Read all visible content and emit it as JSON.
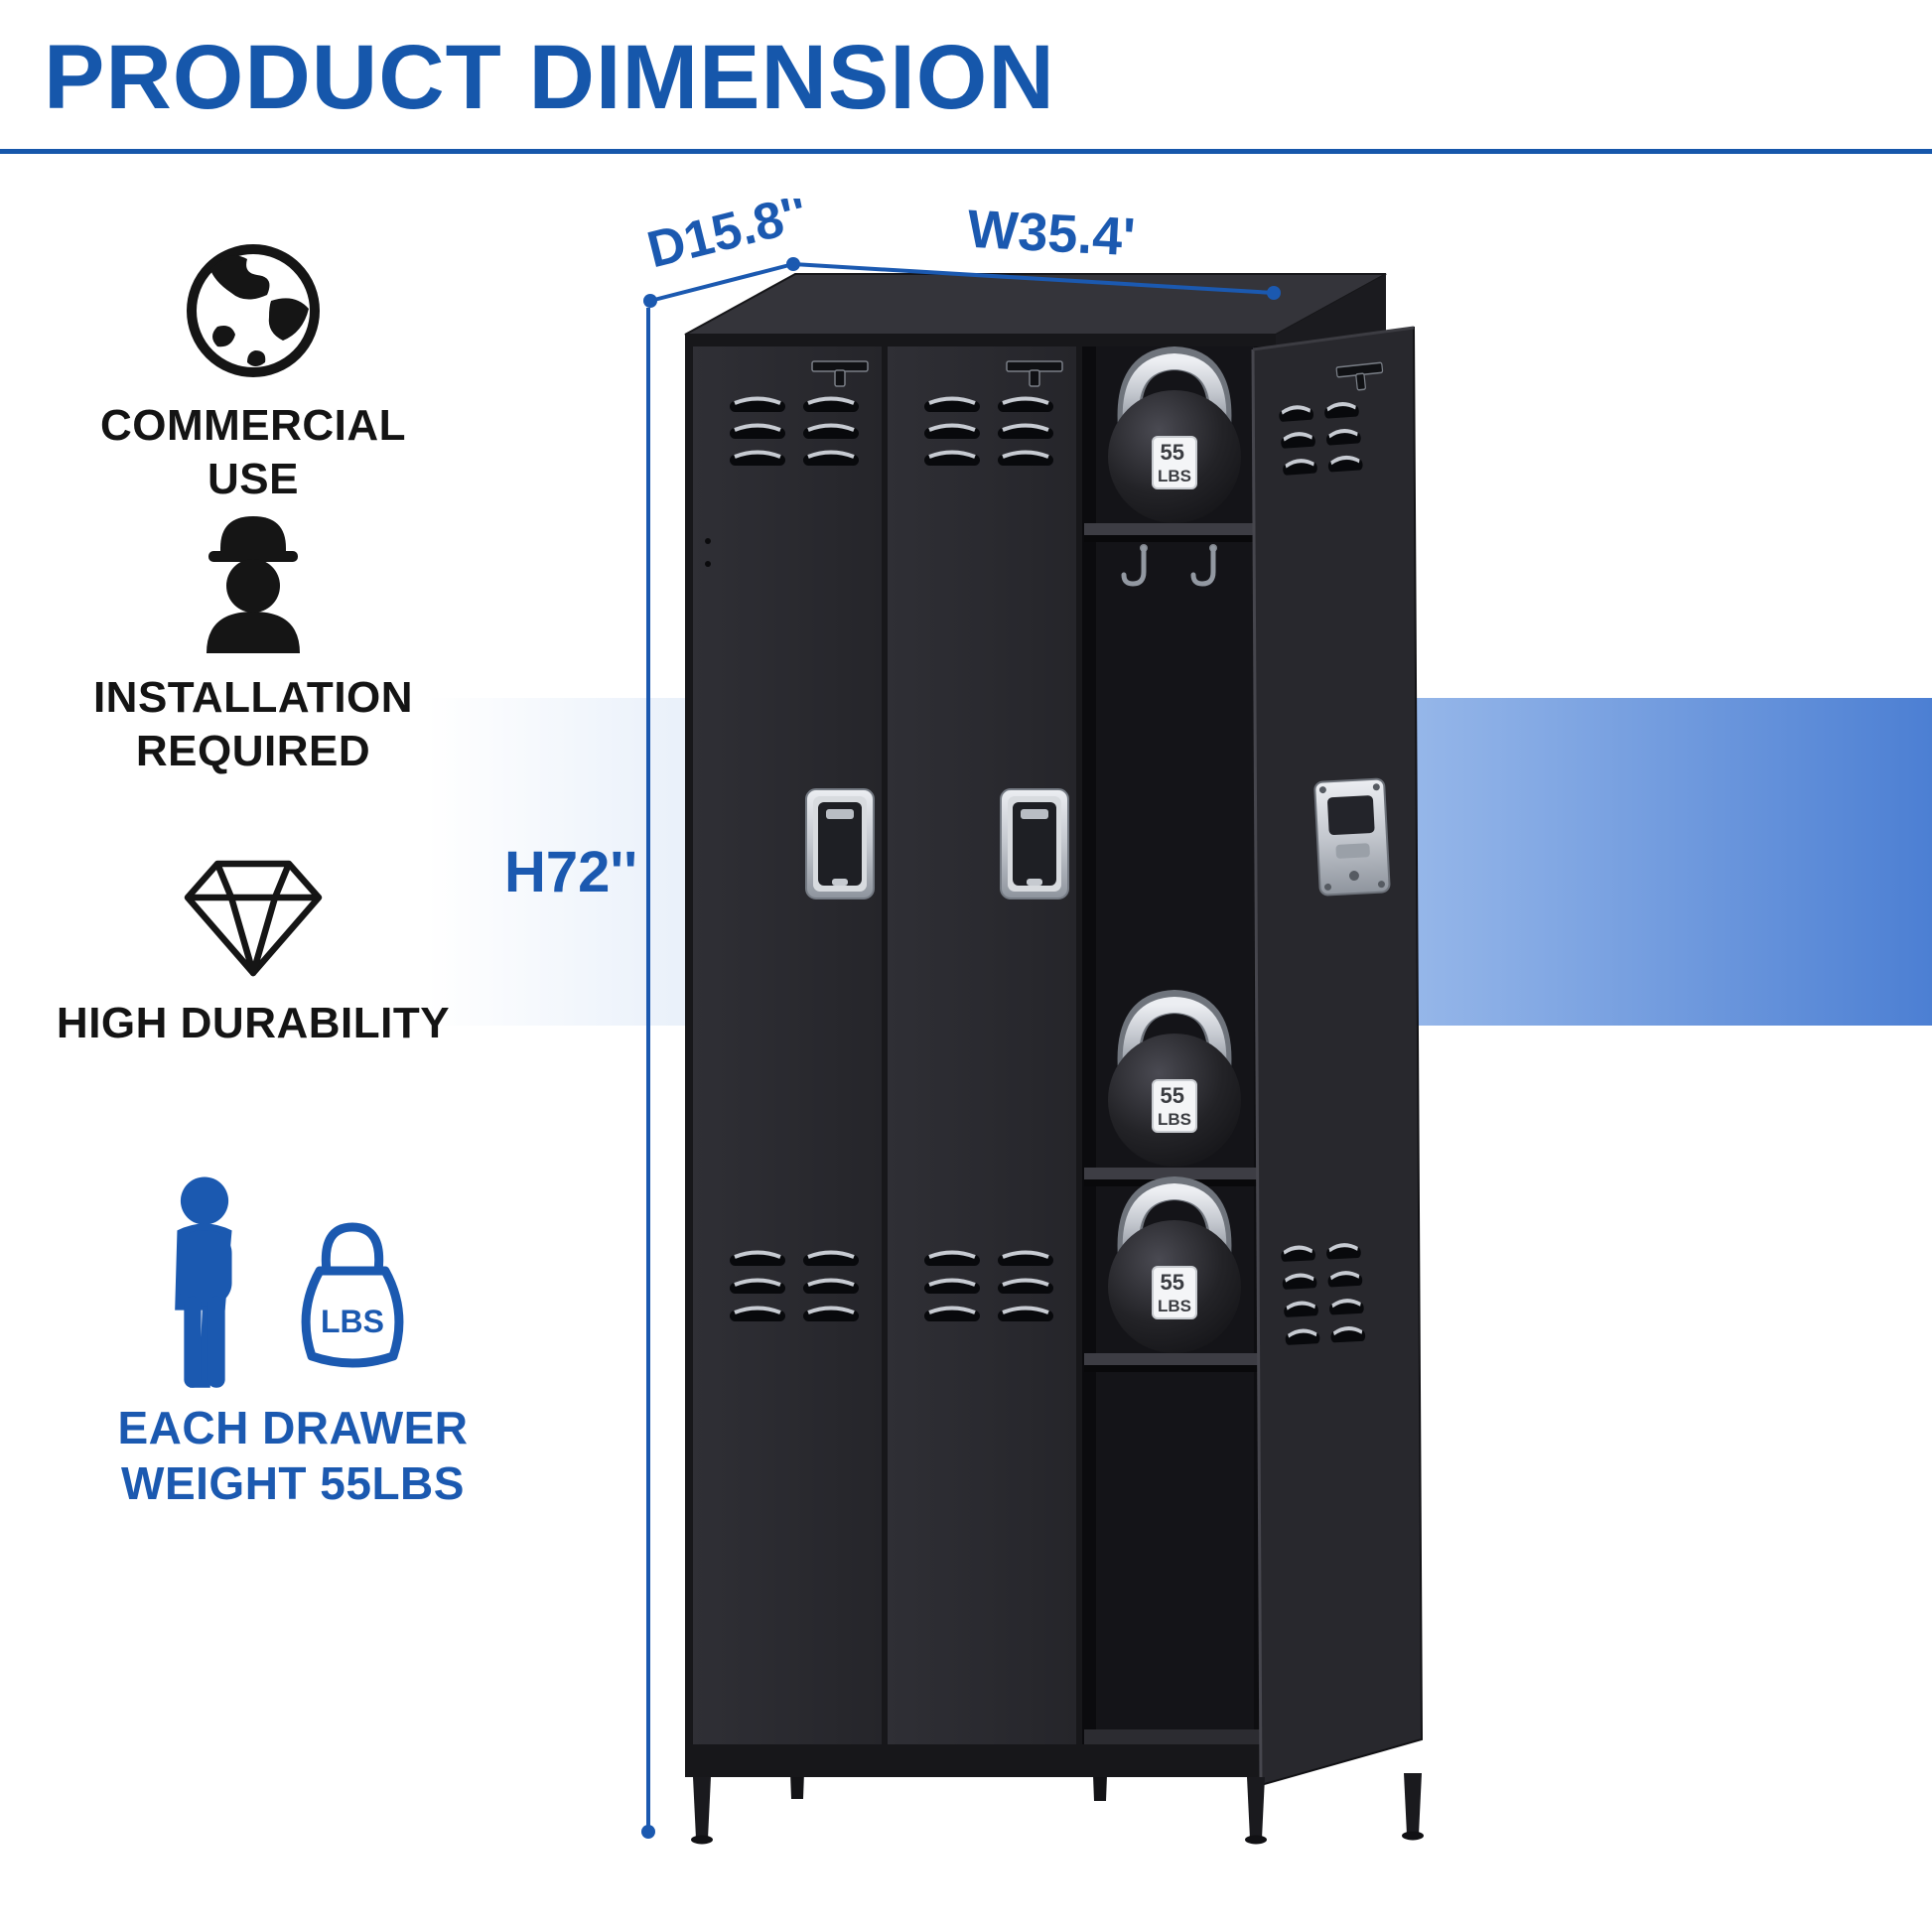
{
  "title": "PRODUCT DIMENSION",
  "features": {
    "commercial": {
      "line1": "COMMERCIAL",
      "line2": "USE"
    },
    "installation": {
      "line1": "INSTALLATION",
      "line2": "REQUIRED"
    },
    "durability": {
      "line1": "HIGH DURABILITY"
    },
    "weight": {
      "line1": "EACH DRAWER",
      "line2": "WEIGHT 55LBS",
      "badge": "LBS"
    }
  },
  "dimensions": {
    "depth": "D15.8''",
    "width": "W35.4'",
    "height": "H72''"
  },
  "kettlebell": {
    "tag_line1": "55",
    "tag_line2": "LBS"
  },
  "icons": {
    "globe": "globe-icon",
    "worker": "construction-worker-icon",
    "diamond": "diamond-icon",
    "person": "person-icon",
    "weight": "weight-icon"
  },
  "colors": {
    "accent_blue": "#1b59b0",
    "band_blue": "#4c7fd3",
    "locker_black": "#26262b"
  }
}
